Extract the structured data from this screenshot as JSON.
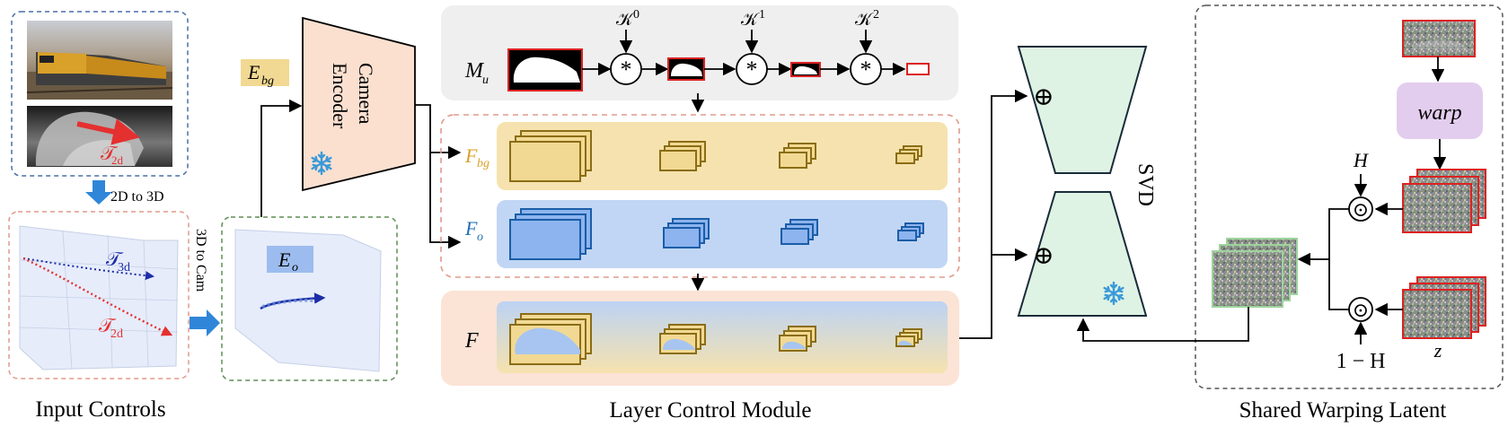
{
  "captions": {
    "input_controls": "Input Controls",
    "layer_control_module": "Layer Control Module",
    "shared_warping_latent": "Shared Warping Latent"
  },
  "labels": {
    "traj_2d": "𝒯",
    "traj_2d_sub": "2d",
    "traj_3d": "𝒯",
    "traj_3d_sub": "3d",
    "lift_2d_to_3d": "2D to 3D",
    "to_cam": "3D to Cam",
    "e_bg": "E",
    "e_bg_sub": "bg",
    "e_o": "E",
    "e_o_sub": "o",
    "camera_encoder_line1": "Camera",
    "camera_encoder_line2": "Encoder",
    "m_u": "M",
    "m_u_sub": "u",
    "k0": "𝒦",
    "k0_sup": "0",
    "k1": "𝒦",
    "k1_sup": "1",
    "k2": "𝒦",
    "k2_sup": "2",
    "conv_op": "*",
    "f_bg": "F",
    "f_bg_sub": "bg",
    "f_o": "F",
    "f_o_sub": "o",
    "f": "F",
    "svd": "SVD",
    "add_op": "⊕",
    "warp": "warp",
    "h": "H",
    "one_minus_h": "1 − H",
    "z": "z",
    "mult_op": "⊙"
  },
  "colors": {
    "bg_feature": "#f2d993",
    "obj_feature": "#a7c5f0",
    "frozen": "#3a9ad9",
    "encoder_fill": "#fbe0d0",
    "svd_fill": "#dff3e4",
    "warp_fill": "#e3cdee",
    "red_traj": "#e53030",
    "blue_traj": "#1d2da8"
  },
  "icons": {
    "frozen": "snowflake-icon"
  }
}
